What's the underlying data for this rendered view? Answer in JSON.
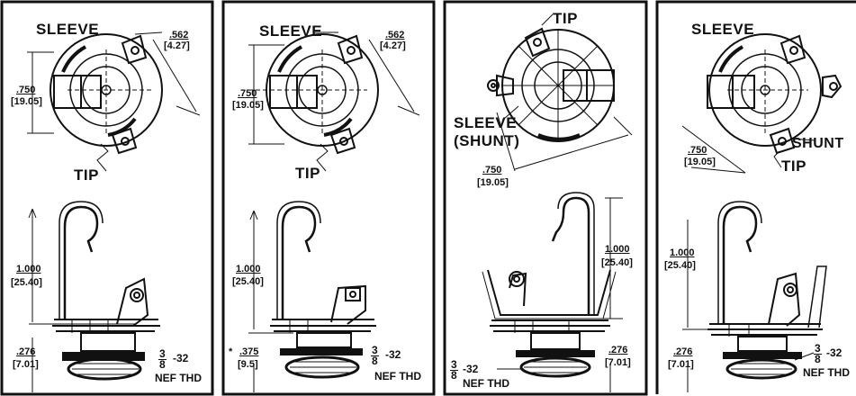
{
  "panels": [
    {
      "id": "p1",
      "sleeve": "SLEEVE",
      "tip": "TIP",
      "dim_a": ".562",
      "dim_a_mm": "[4.27]",
      "dim_b": ".750",
      "dim_b_mm": "[19.05]",
      "dim_h": "1.000",
      "dim_h_mm": "[25.40]",
      "dim_t": ".276",
      "dim_t_mm": "[7.01]",
      "thread_num": "3",
      "thread_den": "8",
      "thread_pitch": "-32",
      "thread_type": "NEF THD"
    },
    {
      "id": "p2",
      "sleeve": "SLEEVE",
      "tip": "TIP",
      "dim_a": ".562",
      "dim_a_mm": "[4.27]",
      "dim_b": ".750",
      "dim_b_mm": "[19.05]",
      "dim_h": "1.000",
      "dim_h_mm": "[25.40]",
      "dim_t_prefix": "*",
      "dim_t": ".375",
      "dim_t_mm": "[9.5]",
      "thread_num": "3",
      "thread_den": "8",
      "thread_pitch": "-32",
      "thread_type": "NEF THD"
    },
    {
      "id": "p3",
      "tip": "TIP",
      "sleeve": "SLEEVE",
      "shunt": "(SHUNT)",
      "dim_b": ".750",
      "dim_b_mm": "[19.05]",
      "dim_h": "1.000",
      "dim_h_mm": "[25.40]",
      "dim_t": ".276",
      "dim_t_mm": "[7.01]",
      "thread_num": "3",
      "thread_den": "8",
      "thread_pitch": "-32",
      "thread_type": "NEF THD"
    },
    {
      "id": "p4",
      "sleeve": "SLEEVE",
      "shunt": "SHUNT",
      "tip": "TIP",
      "dim_b": ".750",
      "dim_b_mm": "[19.05]",
      "dim_h": "1.000",
      "dim_h_mm": "[25.40]",
      "dim_t": ".276",
      "dim_t_mm": "[7.01]",
      "thread_num": "3",
      "thread_den": "8",
      "thread_pitch": "-32",
      "thread_type": "NEF THD"
    }
  ]
}
